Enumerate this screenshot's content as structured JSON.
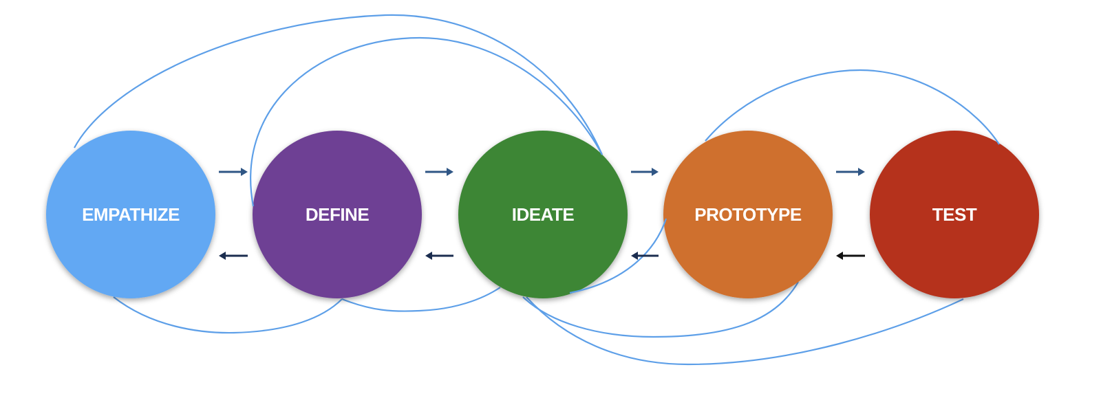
{
  "title": "Design Thinking Process",
  "stages": [
    {
      "id": "empathize",
      "label": "EMPATHIZE",
      "color": "#62a8f3"
    },
    {
      "id": "define",
      "label": "DEFINE",
      "color": "#6e4194"
    },
    {
      "id": "ideate",
      "label": "IDEATE",
      "color": "#3c8636"
    },
    {
      "id": "prototype",
      "label": "PROTOTYPE",
      "color": "#cf6f2d"
    },
    {
      "id": "test",
      "label": "TEST",
      "color": "#b5301c"
    }
  ],
  "loop_color": "#5d9fe8",
  "forward_arrow_color": "#2f5685",
  "back_arrow_color": "#1b2d4f",
  "loops": [
    {
      "from": "ideate",
      "to": "empathize",
      "side": "top"
    },
    {
      "from": "ideate",
      "to": "define",
      "side": "top"
    },
    {
      "from": "test",
      "to": "prototype",
      "side": "top"
    },
    {
      "from": "define",
      "to": "empathize",
      "side": "bottom"
    },
    {
      "from": "ideate",
      "to": "define",
      "side": "bottom"
    },
    {
      "from": "prototype",
      "to": "ideate",
      "side": "bottom"
    },
    {
      "from": "prototype",
      "to": "ideate",
      "side": "bottom-wide"
    },
    {
      "from": "test",
      "to": "ideate",
      "side": "bottom-wide"
    }
  ]
}
